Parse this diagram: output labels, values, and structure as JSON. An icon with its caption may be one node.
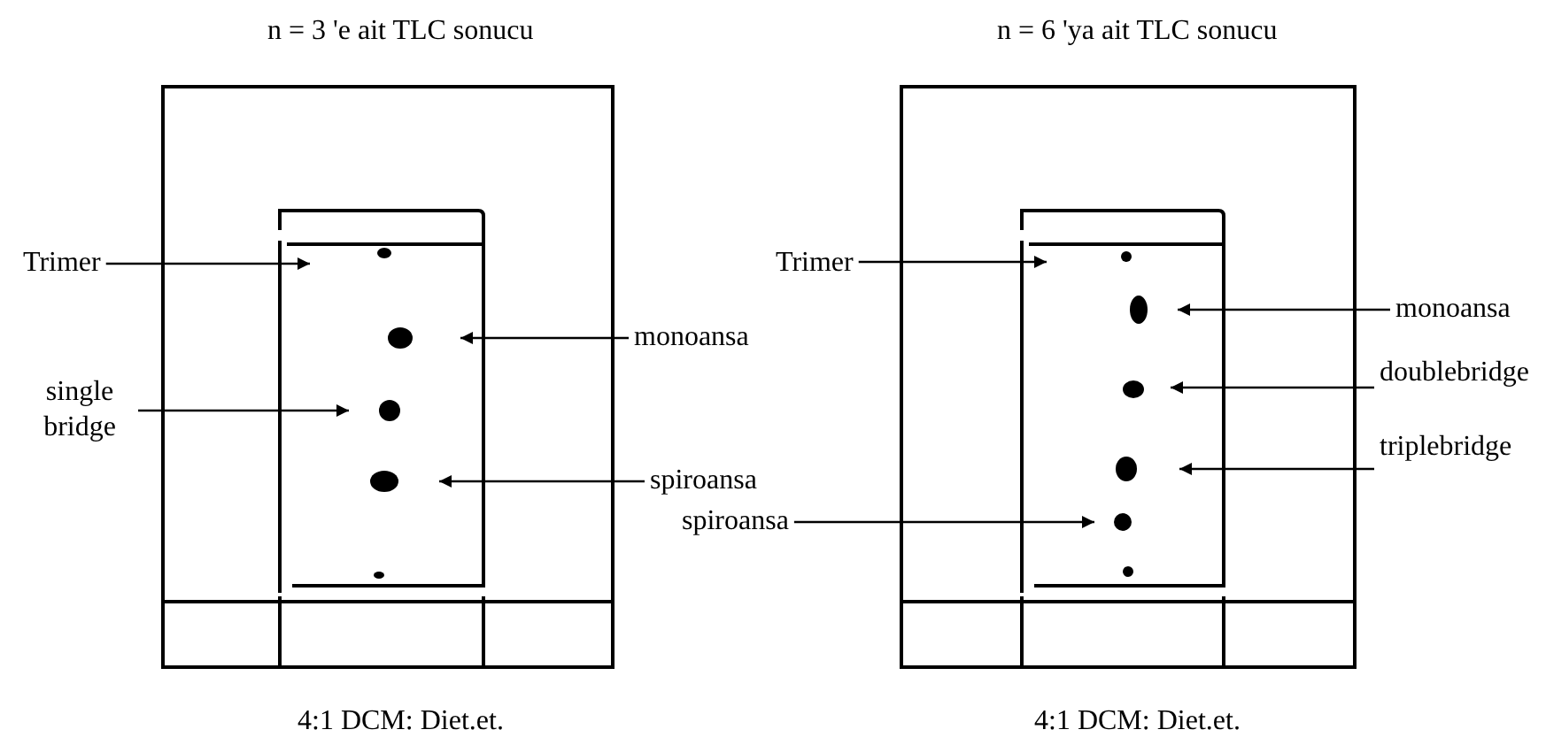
{
  "diagram": {
    "nodes": [
      {
        "text": [
          "Trimer"
        ]
      },
      {
        "text": [
          "monoansa"
        ]
      },
      {
        "text": [
          "single bridge"
        ]
      },
      {
        "text": [
          "spiroansa"
        ]
      },
      {
        "text": [
          "Trimer"
        ]
      },
      {
        "text": [
          "monoansa"
        ]
      },
      {
        "text": [
          "doublebridge"
        ]
      },
      {
        "text": [
          "triplebridge"
        ]
      },
      {
        "text": [
          "spiroansa"
        ]
      }
    ],
    "edges": [
      {
        "from": 0,
        "to": null,
        "arrow": "to"
      },
      {
        "from": 1,
        "to": null,
        "arrow": "to"
      },
      {
        "from": 2,
        "to": null,
        "arrow": "to"
      },
      {
        "from": 3,
        "to": null,
        "arrow": "to"
      },
      {
        "from": 4,
        "to": null,
        "arrow": "to"
      },
      {
        "from": 5,
        "to": null,
        "arrow": "to"
      },
      {
        "from": 6,
        "to": null,
        "arrow": "to"
      },
      {
        "from": 7,
        "to": null,
        "arrow": "to"
      },
      {
        "from": 8,
        "to": null,
        "arrow": "to"
      }
    ],
    "labels": [
      "n = 3 'e ait TLC sonucu",
      "n = 6 'ya ait TLC sonucu",
      "4:1 DCM: Diet.et.",
      "4:1 DCM: Diet.et."
    ]
  }
}
